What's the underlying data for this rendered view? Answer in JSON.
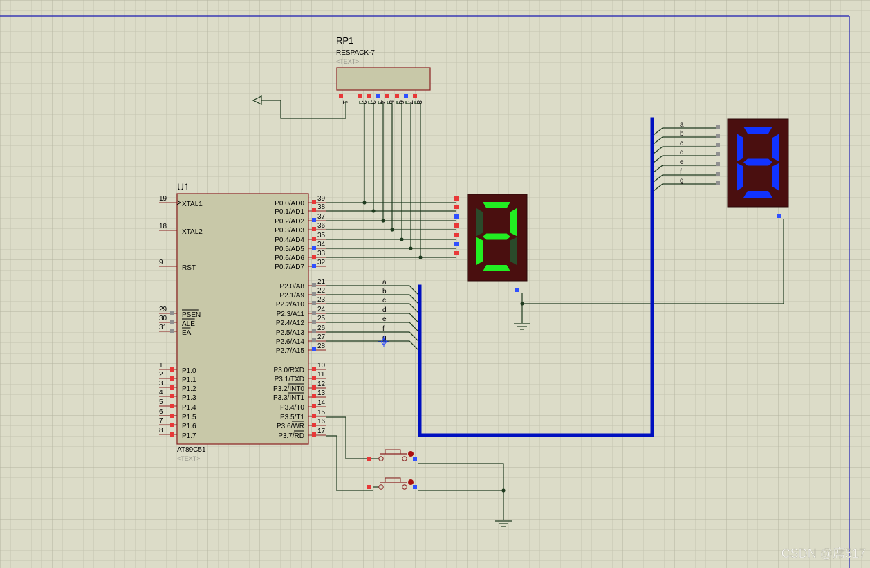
{
  "u1": {
    "ref": "U1",
    "part": "AT89C51",
    "text_placeholder": "<TEXT>",
    "left_pins": [
      {
        "num": "19",
        "name": "XTAL1"
      },
      {
        "num": "18",
        "name": "XTAL2"
      },
      {
        "num": "9",
        "name": "RST"
      },
      {
        "num": "29",
        "name": "PSEN"
      },
      {
        "num": "30",
        "name": "ALE"
      },
      {
        "num": "31",
        "name": "EA"
      },
      {
        "num": "1",
        "name": "P1.0"
      },
      {
        "num": "2",
        "name": "P1.1"
      },
      {
        "num": "3",
        "name": "P1.2"
      },
      {
        "num": "4",
        "name": "P1.3"
      },
      {
        "num": "5",
        "name": "P1.4"
      },
      {
        "num": "6",
        "name": "P1.5"
      },
      {
        "num": "7",
        "name": "P1.6"
      },
      {
        "num": "8",
        "name": "P1.7"
      }
    ],
    "right_pins": [
      {
        "num": "39",
        "name": "P0.0/AD0"
      },
      {
        "num": "38",
        "name": "P0.1/AD1"
      },
      {
        "num": "37",
        "name": "P0.2/AD2"
      },
      {
        "num": "36",
        "name": "P0.3/AD3"
      },
      {
        "num": "35",
        "name": "P0.4/AD4"
      },
      {
        "num": "34",
        "name": "P0.5/AD5"
      },
      {
        "num": "33",
        "name": "P0.6/AD6"
      },
      {
        "num": "32",
        "name": "P0.7/AD7"
      },
      {
        "num": "21",
        "name": "P2.0/A8"
      },
      {
        "num": "22",
        "name": "P2.1/A9"
      },
      {
        "num": "23",
        "name": "P2.2/A10"
      },
      {
        "num": "24",
        "name": "P2.3/A11"
      },
      {
        "num": "25",
        "name": "P2.4/A12"
      },
      {
        "num": "26",
        "name": "P2.5/A13"
      },
      {
        "num": "27",
        "name": "P2.6/A14"
      },
      {
        "num": "28",
        "name": "P2.7/A15"
      },
      {
        "num": "10",
        "name": "P3.0/RXD"
      },
      {
        "num": "11",
        "name": "P3.1/TXD"
      },
      {
        "num": "12",
        "name": "P3.2/INT0"
      },
      {
        "num": "13",
        "name": "P3.3/INT1"
      },
      {
        "num": "14",
        "name": "P3.4/T0"
      },
      {
        "num": "15",
        "name": "P3.5/T1"
      },
      {
        "num": "16",
        "name": "P3.6/WR"
      },
      {
        "num": "17",
        "name": "P3.7/RD"
      }
    ]
  },
  "rp1": {
    "ref": "RP1",
    "part": "RESPACK-7",
    "text_placeholder": "<TEXT>",
    "pins": [
      "1",
      "2",
      "3",
      "4",
      "5",
      "6",
      "7",
      "8"
    ]
  },
  "bus_labels_left": [
    "a",
    "b",
    "c",
    "d",
    "e",
    "f",
    "g"
  ],
  "bus_labels_right": [
    "a",
    "b",
    "c",
    "d",
    "e",
    "f",
    "g"
  ],
  "display1": {
    "digit": "2",
    "segment_color": "#22ee22"
  },
  "display2": {
    "digit": "8",
    "segment_color": "#1133ff"
  },
  "colors": {
    "background": "#dcdcc8",
    "grid": "#c4c4b0",
    "body": "#c8c8a8",
    "bus": "#0010c0",
    "wire": "#1e3a1e",
    "pin_red": "#e83838",
    "pin_blue": "#3050ff",
    "pin_gray": "#909090",
    "frame": "#1a1ab0"
  },
  "watermark": "CSDN @席517"
}
